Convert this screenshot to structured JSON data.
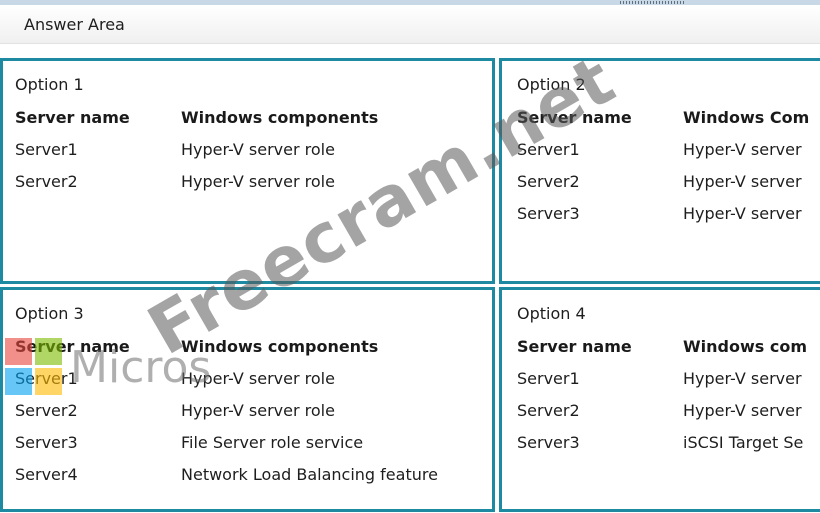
{
  "header": {
    "title": "Answer Area"
  },
  "options": [
    {
      "title": "Option 1",
      "col1": "Server name",
      "col2": "Windows components",
      "rows": [
        [
          "Server1",
          "Hyper-V server role"
        ],
        [
          "Server2",
          "Hyper-V server role"
        ]
      ]
    },
    {
      "title": "Option 2",
      "col1": "Server name",
      "col2": "Windows Com",
      "rows": [
        [
          "Server1",
          "Hyper-V server"
        ],
        [
          "Server2",
          "Hyper-V server"
        ],
        [
          "Server3",
          "Hyper-V server"
        ]
      ]
    },
    {
      "title": "Option 3",
      "col1": "Server name",
      "col2": "Windows components",
      "rows": [
        [
          "Server1",
          "Hyper-V server role"
        ],
        [
          "Server2",
          "Hyper-V server role"
        ],
        [
          "Server3",
          "File Server role service"
        ],
        [
          "Server4",
          "Network Load Balancing feature"
        ]
      ]
    },
    {
      "title": "Option 4",
      "col1": "Server name",
      "col2": "Windows com",
      "rows": [
        [
          "Server1",
          "Hyper-V server"
        ],
        [
          "Server2",
          "Hyper-V server"
        ],
        [
          "Server3",
          "iSCSI Target Se"
        ]
      ]
    }
  ],
  "watermark": {
    "text": "Freecram.net",
    "brand": "Micros",
    "colors": [
      "#e8453c",
      "#7cbb00",
      "#00a1f1",
      "#ffbb00"
    ]
  },
  "colors": {
    "panel_border": "#1d8aa1",
    "header_bg": "#f0f0f0"
  }
}
